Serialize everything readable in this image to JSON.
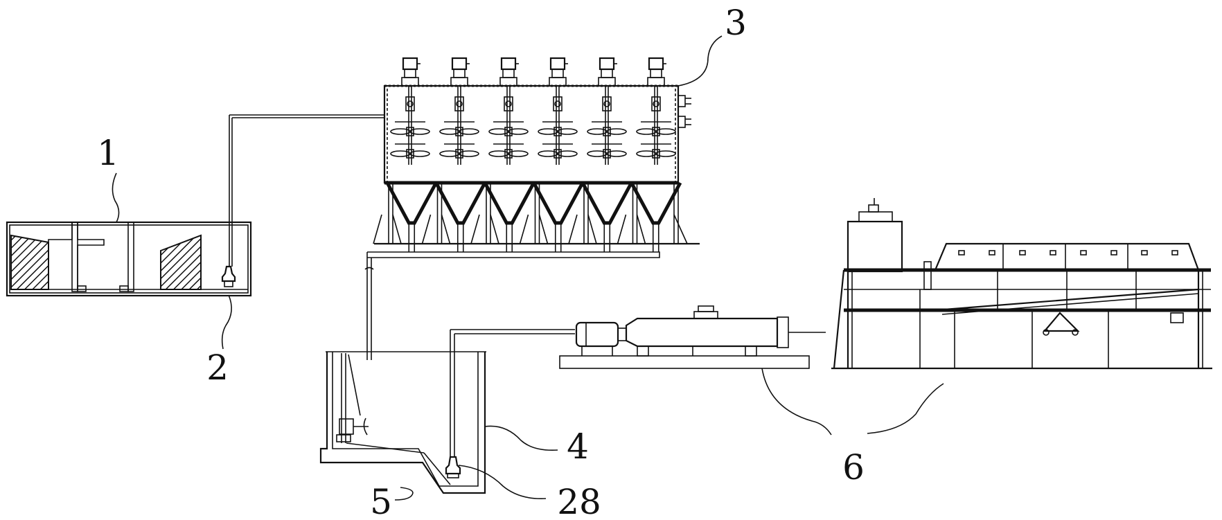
{
  "labels": {
    "l1": "1",
    "l2": "2",
    "l3": "3",
    "l4": "4",
    "l5": "5",
    "l6": "6",
    "l28": "28"
  },
  "mixer_count": 6,
  "hopper_count": 6
}
